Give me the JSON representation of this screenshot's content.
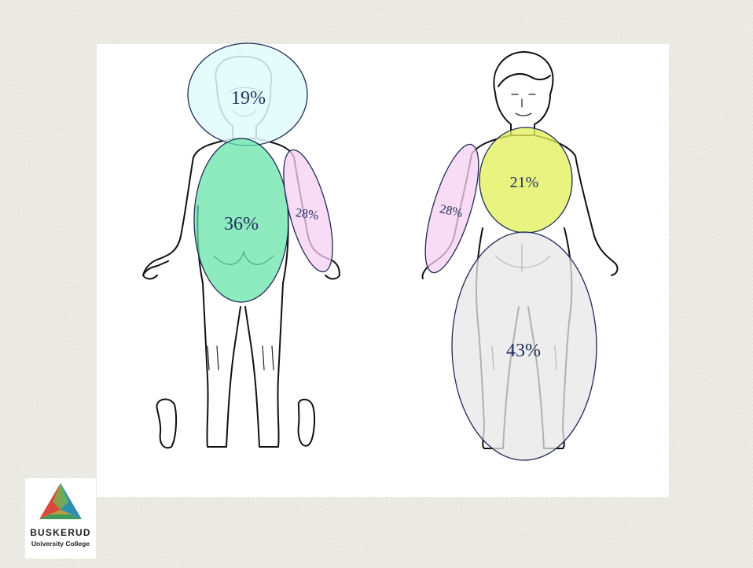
{
  "diagram": {
    "back_view": {
      "head_label": "19%",
      "torso_label": "36%",
      "arm_label": "28%"
    },
    "front_view": {
      "arm_label": "28%",
      "chest_label": "21%",
      "legs_label": "43%"
    },
    "colors": {
      "head_region": "#dffcfc",
      "torso_region": "#5ee3a5",
      "arm_region": "#f6cff2",
      "chest_region": "#e2f05c",
      "legs_region": "#e7e7e7",
      "label_text": "#1f2f5c"
    }
  },
  "logo": {
    "name": "BUSKERUD",
    "subtitle": "University College"
  }
}
